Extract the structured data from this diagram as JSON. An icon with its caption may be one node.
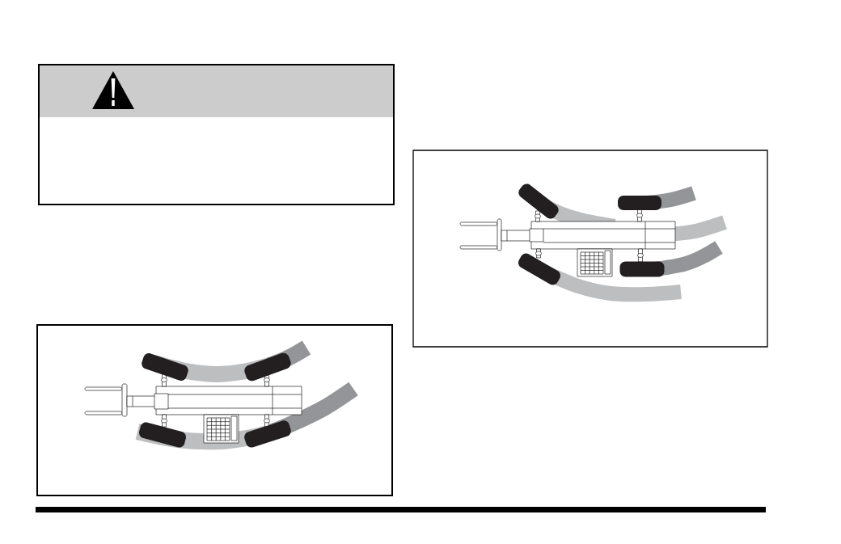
{
  "diagram": {
    "nodes": [
      {
        "text": [],
        "shape": "box"
      },
      {
        "text": [],
        "shape": "picture"
      },
      {
        "text": [],
        "shape": "picture"
      }
    ]
  }
}
